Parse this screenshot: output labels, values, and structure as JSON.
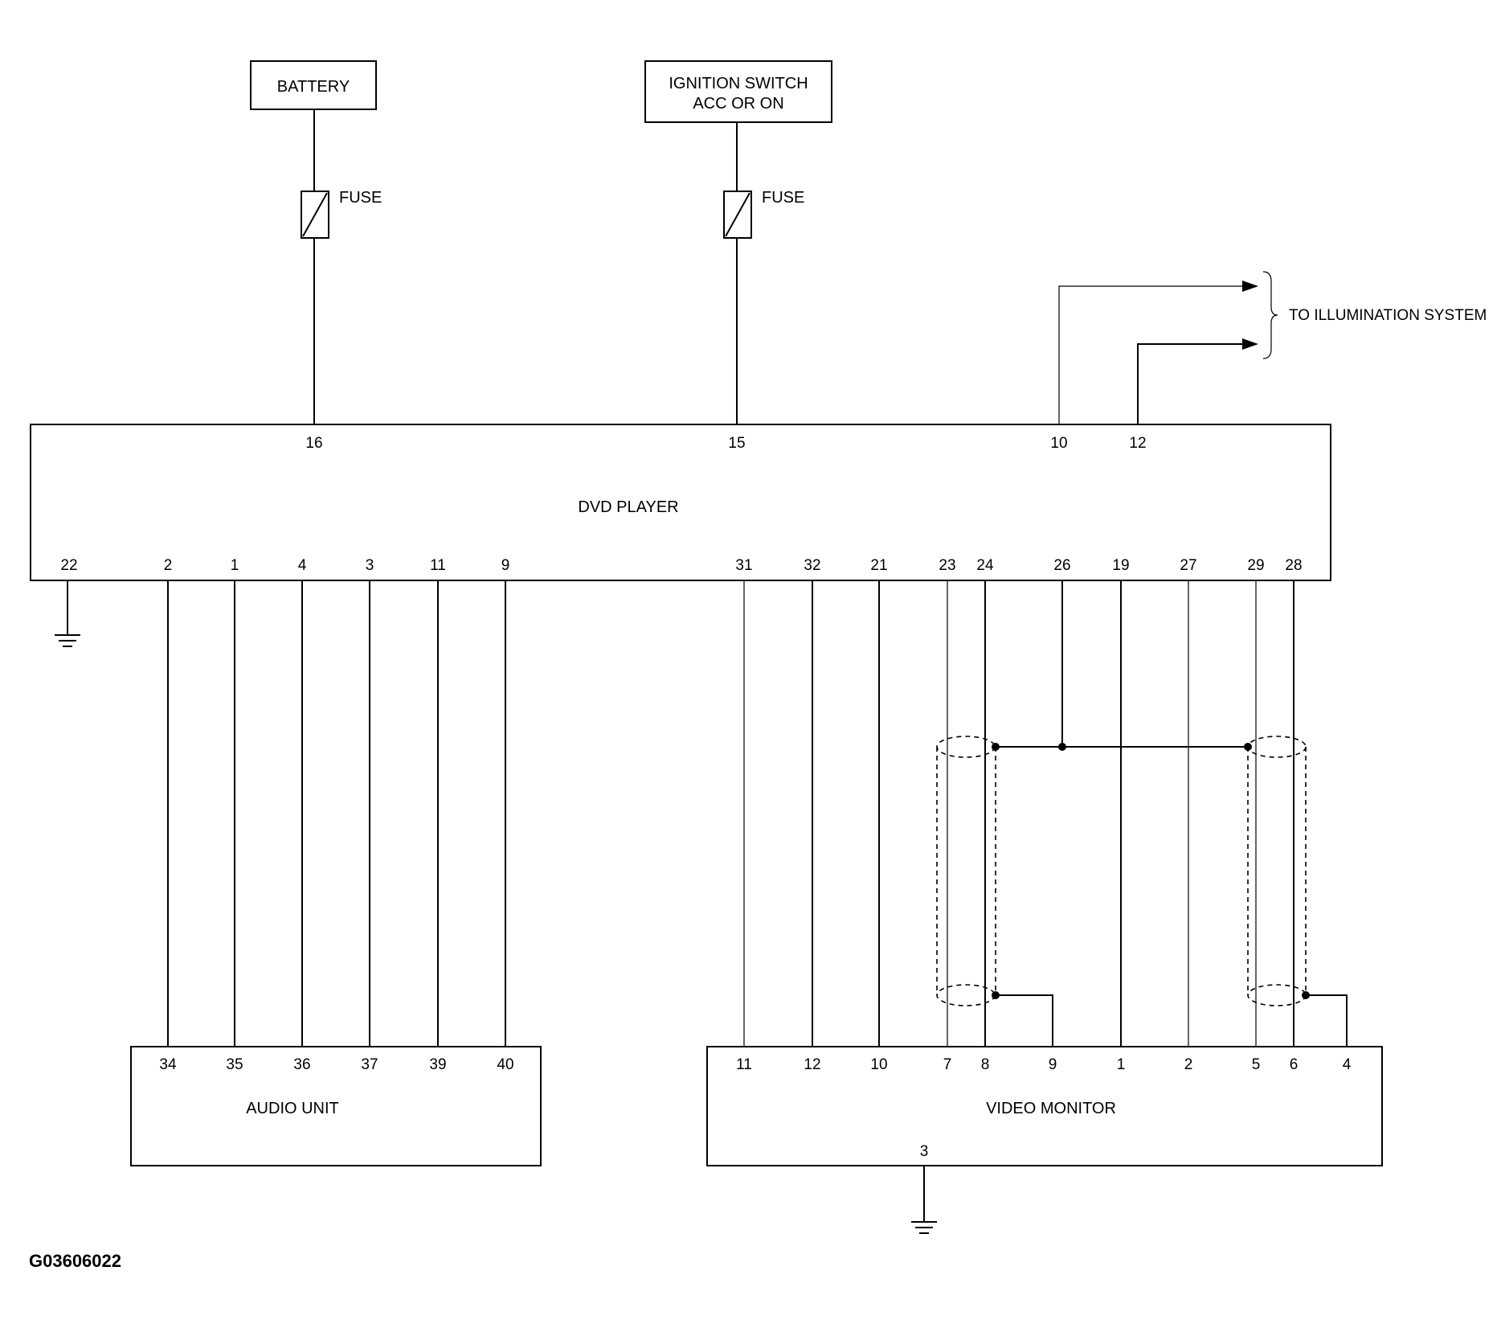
{
  "diagram": {
    "code": "G03606022",
    "components": {
      "battery": "BATTERY",
      "ignition_line1": "IGNITION SWITCH",
      "ignition_line2": "ACC OR ON",
      "fuse1": "FUSE",
      "fuse2": "FUSE",
      "illumination": "TO ILLUMINATION SYSTEM",
      "dvd_player": "DVD PLAYER",
      "audio_unit": "AUDIO UNIT",
      "video_monitor": "VIDEO MONITOR"
    },
    "dvd_top_pins": [
      "16",
      "15",
      "10",
      "12"
    ],
    "dvd_bottom_pins": [
      "22",
      "2",
      "1",
      "4",
      "3",
      "11",
      "9",
      "31",
      "32",
      "21",
      "23",
      "24",
      "26",
      "19",
      "27",
      "29",
      "28"
    ],
    "audio_pins": [
      "34",
      "35",
      "36",
      "37",
      "39",
      "40"
    ],
    "video_pins": [
      "11",
      "12",
      "10",
      "7",
      "8",
      "9",
      "1",
      "2",
      "5",
      "6",
      "4"
    ],
    "video_ground_pin": "3"
  }
}
